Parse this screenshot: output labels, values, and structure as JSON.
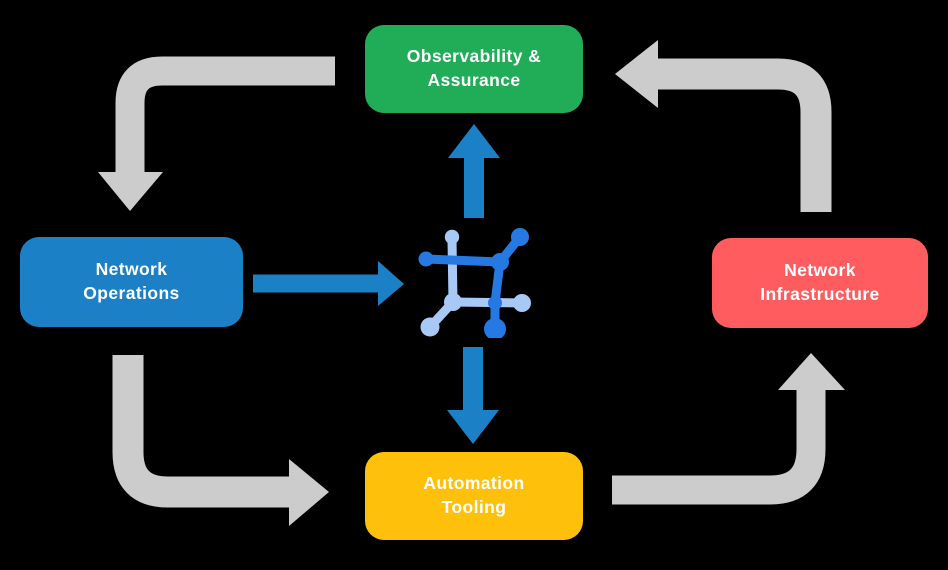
{
  "canvas": {
    "background": "#000000"
  },
  "colors": {
    "gray_arrow": "#CCCCCC",
    "blue_arrow": "#1B80C5",
    "icon_dark": "#2679E3",
    "icon_light": "#A8C9F5",
    "label_text": "#FFFFFF"
  },
  "nodes": {
    "observability": {
      "line1": "Observability &",
      "line2": "Assurance",
      "color": "#21AD57"
    },
    "operations": {
      "line1": "Network",
      "line2": "Operations",
      "color": "#1B80C5"
    },
    "infrastructure": {
      "line1": "Network",
      "line2": "Infrastructure",
      "color": "#FF5C5F"
    },
    "automation": {
      "line1": "Automation",
      "line2": "Tooling",
      "color": "#FEC00B"
    }
  },
  "center_icon": {
    "name": "network-automation-platform-icon"
  }
}
